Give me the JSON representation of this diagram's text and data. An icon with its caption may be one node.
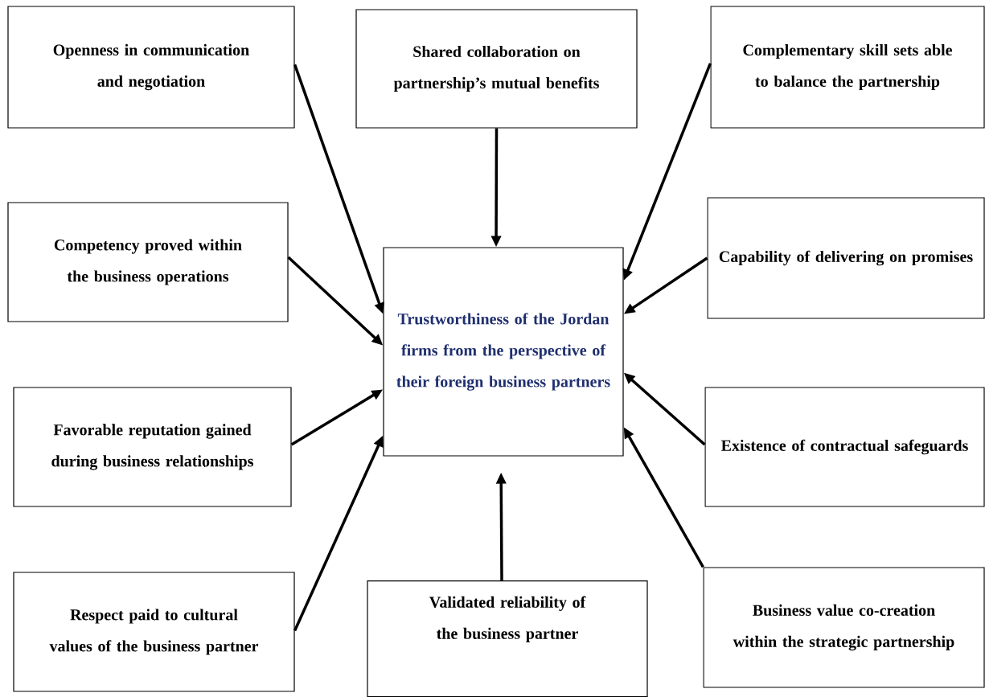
{
  "diagram": {
    "nodes": [
      {
        "text": [
          "Openness in communication and negotiation"
        ]
      },
      {
        "text": [
          "Shared collaboration on partnership’s mutual benefits"
        ]
      },
      {
        "text": [
          "Complementary skill sets able to balance the partnership"
        ]
      },
      {
        "text": [
          "Competency proved within the business operations"
        ]
      },
      {
        "text": [
          "Trustworthiness of the Jordan firms from the perspective of their foreign business partners"
        ]
      },
      {
        "text": [
          "Capability of delivering on promises"
        ]
      },
      {
        "text": [
          "Favorable reputation gained during business relationships"
        ]
      },
      {
        "text": [
          "Existence of contractual safeguards"
        ]
      },
      {
        "text": [
          "Respect paid to cultural values of the business partner"
        ]
      },
      {
        "text": [
          "Validated reliability of the business partner"
        ]
      },
      {
        "text": [
          "Business value co-creation within the strategic partnership"
        ]
      }
    ],
    "edges": [
      {
        "from": 0,
        "to": 4,
        "arrow": "to"
      },
      {
        "from": 1,
        "to": 4,
        "arrow": "to"
      },
      {
        "from": 2,
        "to": 4,
        "arrow": "to"
      },
      {
        "from": 3,
        "to": 4,
        "arrow": "to"
      },
      {
        "from": 5,
        "to": 4,
        "arrow": "to"
      },
      {
        "from": 6,
        "to": 4,
        "arrow": "to"
      },
      {
        "from": 7,
        "to": 4,
        "arrow": "to"
      },
      {
        "from": 8,
        "to": 4,
        "arrow": "to"
      },
      {
        "from": 9,
        "to": 4,
        "arrow": "to"
      },
      {
        "from": 10,
        "to": 4,
        "arrow": "to"
      }
    ]
  }
}
